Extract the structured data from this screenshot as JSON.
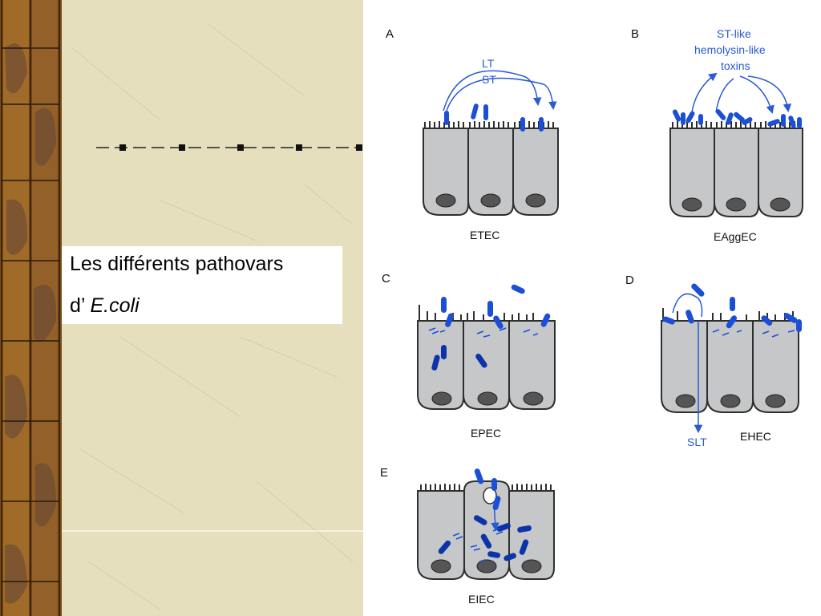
{
  "title": {
    "line1": "Les différents pathovars",
    "line2_prefix": "d’",
    "line2_italic": "E.coli"
  },
  "panels": [
    {
      "letter": "A",
      "name": "ETEC",
      "labels": [
        "LT",
        "ST"
      ]
    },
    {
      "letter": "B",
      "name": "EAggEC",
      "labels": [
        "ST-like",
        "hemolysin-like",
        "toxins"
      ]
    },
    {
      "letter": "C",
      "name": "EPEC",
      "labels": []
    },
    {
      "letter": "D",
      "name": "EHEC",
      "labels": [
        "SLT"
      ]
    },
    {
      "letter": "E",
      "name": "EIEC",
      "labels": []
    }
  ],
  "colors": {
    "bacteria": "#1b4fd6",
    "bacteria_dark": "#0c33a8",
    "cell_fill": "#c6c7c9",
    "cell_stroke": "#2e2e2e",
    "nucleus": "#555555",
    "label_blue": "#2a5ad4",
    "paper": "#e6dfbe",
    "frame_wood": "#8a5a1c"
  }
}
